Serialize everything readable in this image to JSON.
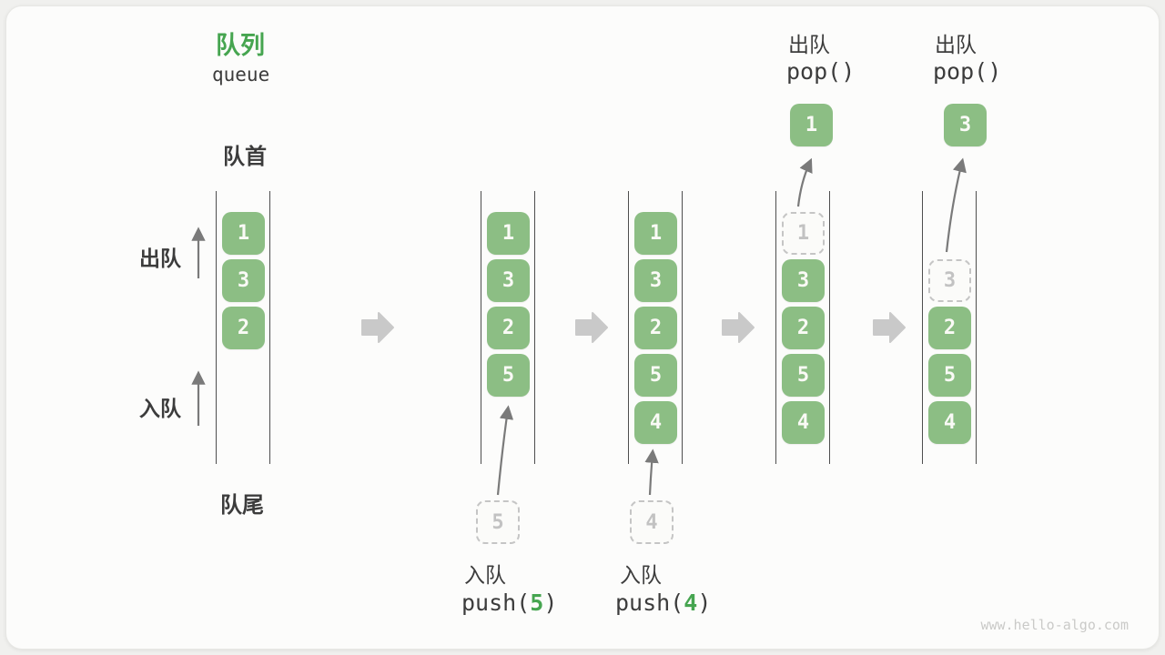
{
  "header": {
    "title_zh": "队列",
    "title_en": "queue"
  },
  "side_labels": {
    "front": "队首",
    "rear": "队尾",
    "dequeue": "出队",
    "enqueue": "入队"
  },
  "states": [
    {
      "items": [
        "1",
        "3",
        "2"
      ]
    },
    {
      "items": [
        "1",
        "3",
        "2",
        "5"
      ],
      "incoming": "5"
    },
    {
      "items": [
        "1",
        "3",
        "2",
        "5",
        "4"
      ],
      "incoming": "4"
    },
    {
      "items": [
        "3",
        "2",
        "5",
        "4"
      ],
      "ghost": "1",
      "popped": "1"
    },
    {
      "items": [
        "2",
        "5",
        "4"
      ],
      "ghost": "3",
      "popped": "3"
    }
  ],
  "operations": {
    "push5": {
      "label": "入队",
      "fn": "push(",
      "arg": "5",
      "close": ")"
    },
    "push4": {
      "label": "入队",
      "fn": "push(",
      "arg": "4",
      "close": ")"
    },
    "pop1": {
      "label": "出队",
      "code": "pop()"
    },
    "pop2": {
      "label": "出队",
      "code": "pop()"
    }
  },
  "watermark": "www.hello-algo.com",
  "colors": {
    "box_green": "#8CBE84",
    "accent_green": "#46A550",
    "block_arrow_gray": "#C9C9C9",
    "arrow_gray": "#7A7A7A",
    "text_dark": "#3C3C3C",
    "ghost_gray": "#C5C5C5"
  }
}
